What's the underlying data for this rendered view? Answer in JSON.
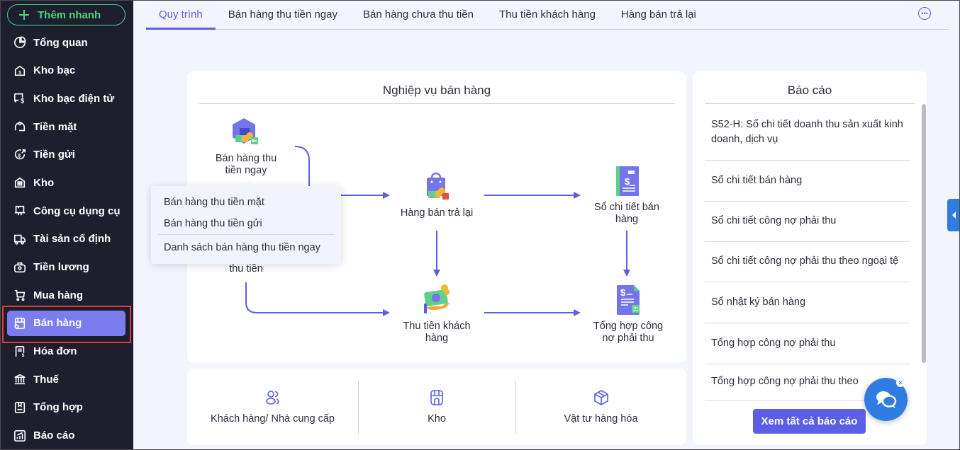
{
  "sidebar": {
    "quick_add_label": "Thêm nhanh",
    "items": [
      {
        "label": "Tổng quan",
        "icon": "pie-chart-icon"
      },
      {
        "label": "Kho bạc",
        "icon": "treasury-icon"
      },
      {
        "label": "Kho bạc điện tử",
        "icon": "e-treasury-icon"
      },
      {
        "label": "Tiền mặt",
        "icon": "cash-icon"
      },
      {
        "label": "Tiền gửi",
        "icon": "deposit-icon"
      },
      {
        "label": "Kho",
        "icon": "warehouse-icon"
      },
      {
        "label": "Công cụ dụng cụ",
        "icon": "tools-icon"
      },
      {
        "label": "Tài sản cố định",
        "icon": "truck-icon"
      },
      {
        "label": "Tiền lương",
        "icon": "salary-icon"
      },
      {
        "label": "Mua hàng",
        "icon": "cart-icon"
      },
      {
        "label": "Bán hàng",
        "icon": "store-icon",
        "active": true
      },
      {
        "label": "Hóa đơn",
        "icon": "invoice-icon"
      },
      {
        "label": "Thuế",
        "icon": "bank-icon"
      },
      {
        "label": "Tổng hợp",
        "icon": "book-icon"
      },
      {
        "label": "Báo cáo",
        "icon": "report-icon"
      }
    ]
  },
  "tabs": [
    {
      "label": "Quy trình",
      "active": true
    },
    {
      "label": "Bán hàng thu tiền ngay"
    },
    {
      "label": "Bán hàng chưa thu tiền"
    },
    {
      "label": "Thu tiền khách hàng"
    },
    {
      "label": "Hàng bán trả lại"
    }
  ],
  "process": {
    "title": "Nghiệp vụ bán hàng",
    "nodes": {
      "immediate": "Bán hàng thu tiền ngay",
      "unpaid_tail": "thu tiền",
      "returns": "Hàng bán trả lại",
      "sales_ledger": "Sổ chi tiết bán hàng",
      "collect": "Thu tiền khách hàng",
      "receivable_summary": "Tổng hợp công nợ phải thu"
    },
    "popup": {
      "items": [
        "Bán hàng thu tiền mặt",
        "Bán hàng thu tiền gửi"
      ],
      "list_link": "Danh sách bán hàng thu tiền ngay"
    }
  },
  "shortcuts": [
    {
      "label": "Khách hàng/ Nhà cung cấp",
      "icon": "users-icon"
    },
    {
      "label": "Kho",
      "icon": "store-icon"
    },
    {
      "label": "Vật tư hàng hóa",
      "icon": "box-icon"
    }
  ],
  "reports": {
    "title": "Báo cáo",
    "items": [
      "S52-H: Sổ chi tiết doanh thu sản xuất kinh doanh, dịch vụ",
      "Sổ chi tiết bán hàng",
      "Sổ chi tiết công nợ phải thu",
      "Sổ chi tiết công nợ phải thu theo ngoại tệ",
      "Sổ nhật ký bán hàng",
      "Tổng hợp công nợ phải thu",
      "Tổng hợp công nợ phải thu theo"
    ],
    "see_all_label": "Xem tất cả báo cáo"
  },
  "colors": {
    "accent": "#5b5fe6",
    "sidebar_bg": "#1d1f2e",
    "active_item": "#7b7cee",
    "quick_add": "#4fd17c",
    "chat": "#2f7de1"
  }
}
